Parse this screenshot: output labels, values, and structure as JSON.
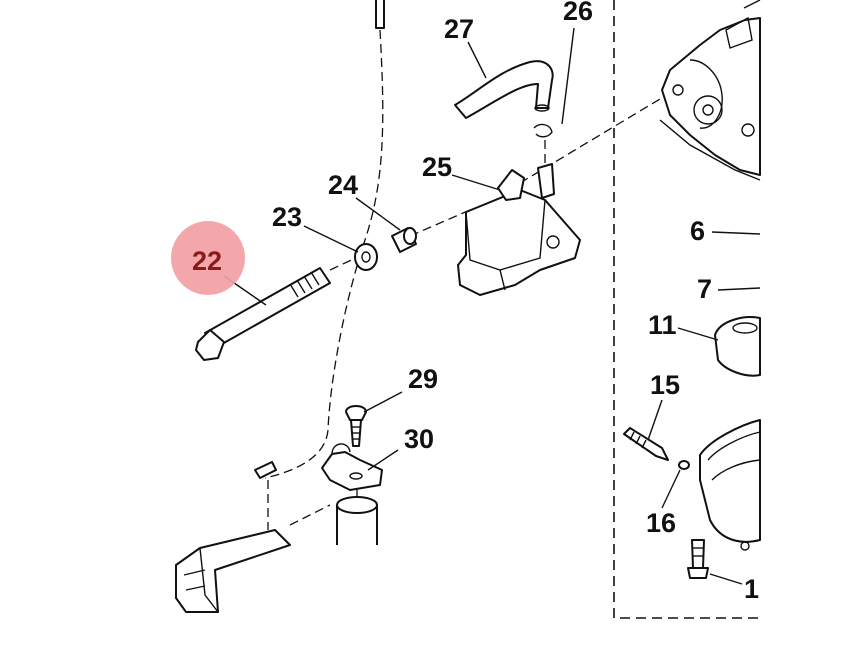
{
  "highlight_color": "#f2a0a3",
  "highlight_text_color": "#8b1a1a",
  "highlighted_callout": "22",
  "callouts": {
    "c22": "22",
    "c23": "23",
    "c24": "24",
    "c25": "25",
    "c26": "26",
    "c27": "27",
    "c29": "29",
    "c30": "30",
    "c6": "6",
    "c7": "7",
    "c11": "11",
    "c15": "15",
    "c16": "16",
    "c1": "1"
  }
}
